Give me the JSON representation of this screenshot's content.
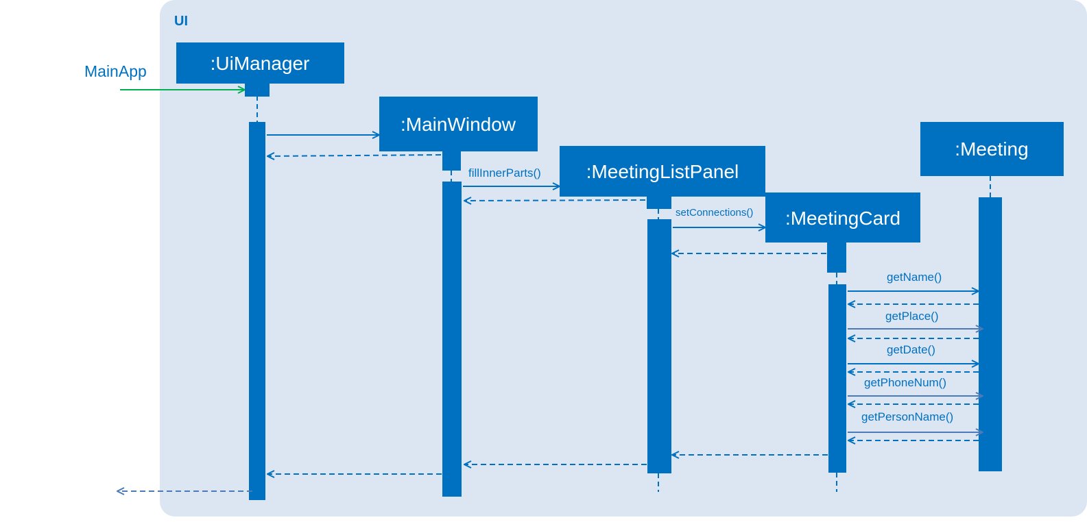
{
  "frame": {
    "label": "UI"
  },
  "actor": {
    "label": "MainApp"
  },
  "participants": {
    "ui_manager": ":UiManager",
    "main_window": ":MainWindow",
    "meeting_list_panel": ":MeetingListPanel",
    "meeting_card": ":MeetingCard",
    "meeting": ":Meeting"
  },
  "messages": {
    "fill_inner_parts": "fillInnerParts()",
    "set_connections": "setConnections()",
    "get_name": "getName()",
    "get_place": "getPlace()",
    "get_date": "getDate()",
    "get_phone_num": "getPhoneNum()",
    "get_person_name": "getPersonName()"
  },
  "colors": {
    "frame_fill": "#dce6f2",
    "box_fill": "#0070c0",
    "box_text": "#ffffff",
    "line": "#0070c0",
    "actor_arrow": "#00b050",
    "frame_text": "#0070c0"
  }
}
